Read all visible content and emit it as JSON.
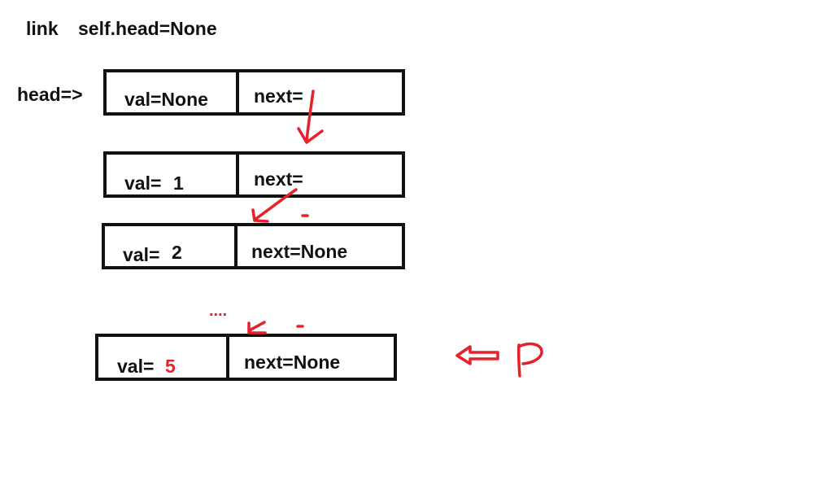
{
  "header": {
    "link_label": "link",
    "init_code": "self.head=None"
  },
  "head_label": "head=>",
  "nodes": [
    {
      "val": "val=None",
      "next": "next="
    },
    {
      "val_prefix": "val=",
      "val_value": "1",
      "next": "next="
    },
    {
      "val_prefix": "val=",
      "val_value": "2",
      "next": "next=None"
    },
    {
      "val_prefix": "val=",
      "val_value": "5",
      "next": "next=None"
    }
  ],
  "ellipsis": "....",
  "colors": {
    "ink": "#111111",
    "annotation": "#e8202a"
  }
}
